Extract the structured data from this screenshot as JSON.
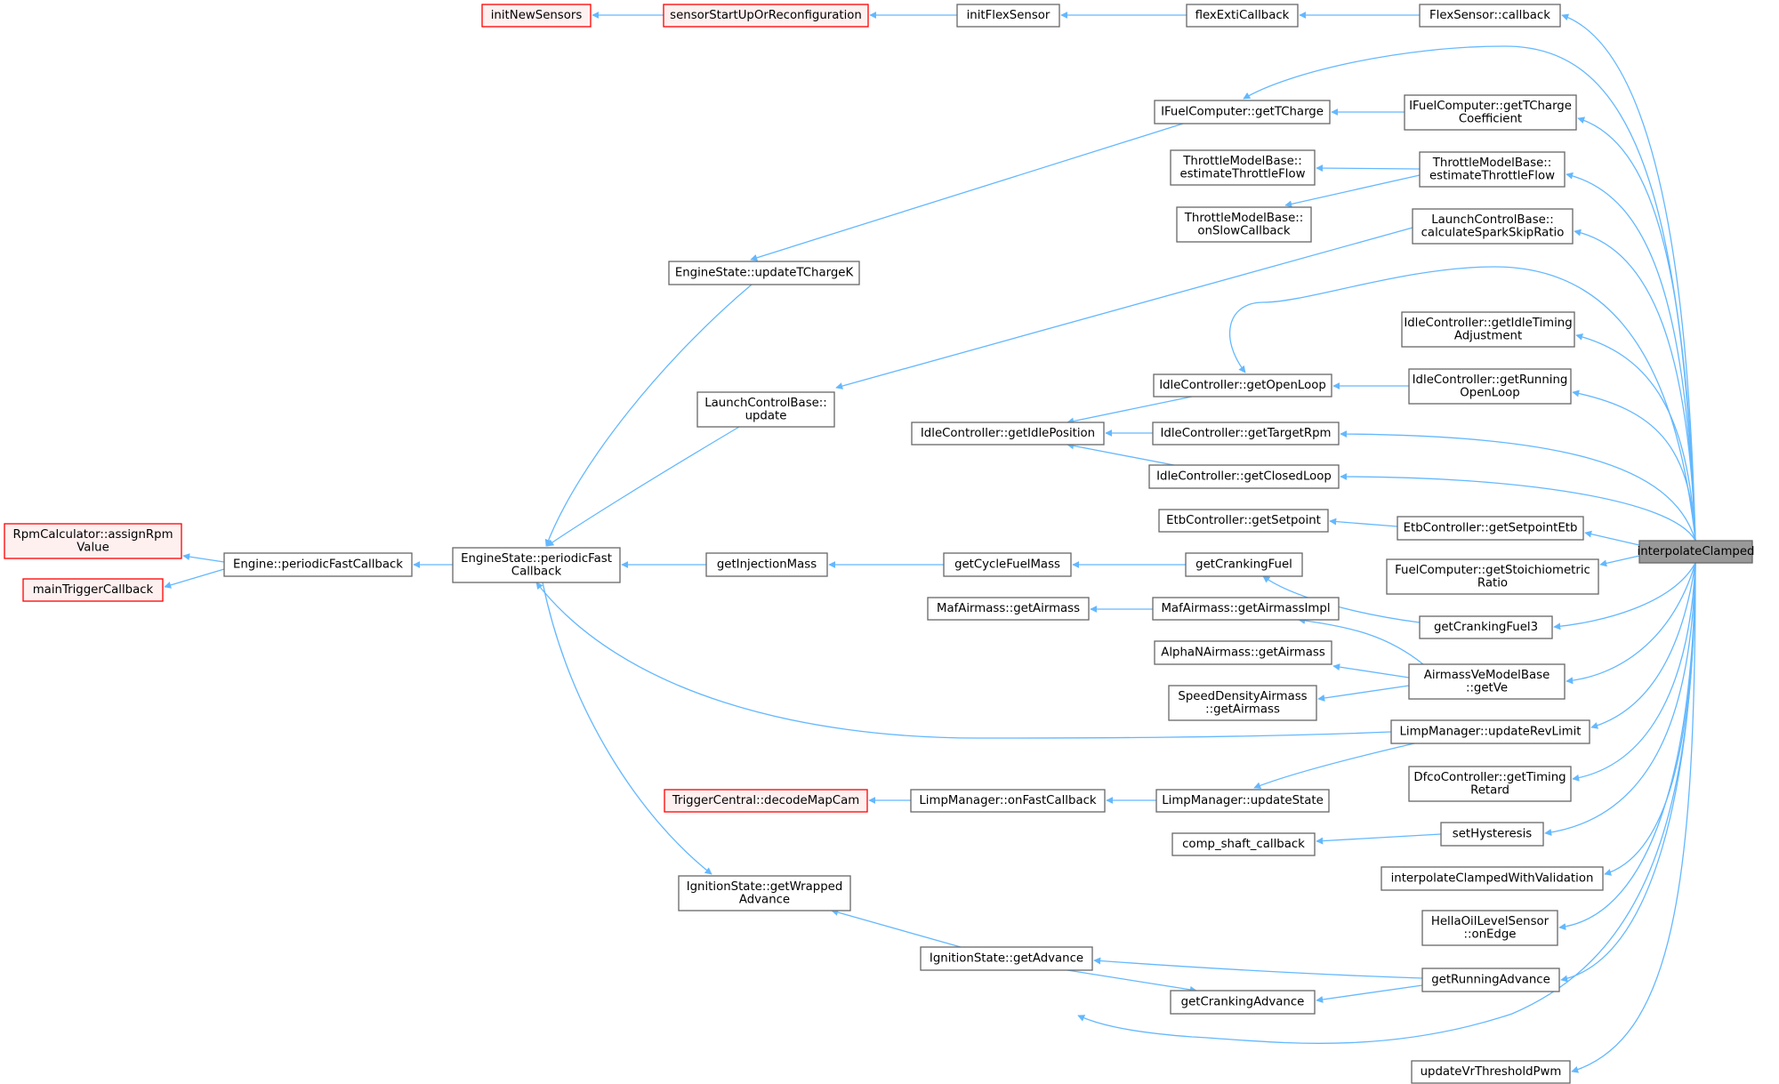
{
  "title": "interpolateClamped caller graph",
  "colors": {
    "edge": "#63b8ff",
    "node_border": "#666666",
    "truncated_border": "#ff0000",
    "truncated_fill": "#fff0f0",
    "root_fill": "#999999"
  },
  "nodes": {
    "root": {
      "lines": [
        "interpolateClamped"
      ]
    },
    "flexSensorCallback": {
      "lines": [
        "FlexSensor::callback"
      ]
    },
    "flexExtiCallback": {
      "lines": [
        "flexExtiCallback"
      ]
    },
    "initFlexSensor": {
      "lines": [
        "initFlexSensor"
      ]
    },
    "sensorStartUp": {
      "lines": [
        "sensorStartUpOrReconfiguration"
      ]
    },
    "initNewSensors": {
      "lines": [
        "initNewSensors"
      ]
    },
    "getTChargeCoeff": {
      "lines": [
        "IFuelComputer::getTCharge",
        "Coefficient"
      ]
    },
    "getTCharge": {
      "lines": [
        "IFuelComputer::getTCharge"
      ]
    },
    "estimateThrottleFlowR": {
      "lines": [
        "ThrottleModelBase::",
        "estimateThrottleFlow"
      ]
    },
    "estimateThrottleFlowL": {
      "lines": [
        "ThrottleModelBase::",
        "estimateThrottleFlow"
      ]
    },
    "onSlowCallback": {
      "lines": [
        "ThrottleModelBase::",
        "onSlowCallback"
      ]
    },
    "calculateSparkSkipRatio": {
      "lines": [
        "LaunchControlBase::",
        "calculateSparkSkipRatio"
      ]
    },
    "updateTChargeK": {
      "lines": [
        "EngineState::updateTChargeK"
      ]
    },
    "getIdleTimingAdjustment": {
      "lines": [
        "IdleController::getIdleTiming",
        "Adjustment"
      ]
    },
    "getRunningOpenLoop": {
      "lines": [
        "IdleController::getRunning",
        "OpenLoop"
      ]
    },
    "getOpenLoop": {
      "lines": [
        "IdleController::getOpenLoop"
      ]
    },
    "launchUpdate": {
      "lines": [
        "LaunchControlBase::",
        "update"
      ]
    },
    "getIdlePosition": {
      "lines": [
        "IdleController::getIdlePosition"
      ]
    },
    "getTargetRpm": {
      "lines": [
        "IdleController::getTargetRpm"
      ]
    },
    "getClosedLoop": {
      "lines": [
        "IdleController::getClosedLoop"
      ]
    },
    "etbGetSetpoint": {
      "lines": [
        "EtbController::getSetpoint"
      ]
    },
    "getSetpointEtb": {
      "lines": [
        "EtbController::getSetpointEtb"
      ]
    },
    "rpmAssign": {
      "lines": [
        "RpmCalculator::assignRpm",
        "Value"
      ]
    },
    "mainTriggerCallback": {
      "lines": [
        "mainTriggerCallback"
      ]
    },
    "enginePeriodicFast": {
      "lines": [
        "Engine::periodicFastCallback"
      ]
    },
    "engineStatePeriodicFast": {
      "lines": [
        "EngineState::periodicFast",
        "Callback"
      ]
    },
    "getInjectionMass": {
      "lines": [
        "getInjectionMass"
      ]
    },
    "getCycleFuelMass": {
      "lines": [
        "getCycleFuelMass"
      ]
    },
    "getCrankingFuel": {
      "lines": [
        "getCrankingFuel"
      ]
    },
    "getStoichiometricRatio": {
      "lines": [
        "FuelComputer::getStoichiometric",
        "Ratio"
      ]
    },
    "getCrankingFuel3": {
      "lines": [
        "getCrankingFuel3"
      ]
    },
    "mafGetAirmass": {
      "lines": [
        "MafAirmass::getAirmass"
      ]
    },
    "mafGetAirmassImpl": {
      "lines": [
        "MafAirmass::getAirmassImpl"
      ]
    },
    "alphaNGetAirmass": {
      "lines": [
        "AlphaNAirmass::getAirmass"
      ]
    },
    "airmassGetVe": {
      "lines": [
        "AirmassVeModelBase",
        "::getVe"
      ]
    },
    "sdGetAirmass": {
      "lines": [
        "SpeedDensityAirmass",
        "::getAirmass"
      ]
    },
    "updateRevLimit": {
      "lines": [
        "LimpManager::updateRevLimit"
      ]
    },
    "getTimingRetard": {
      "lines": [
        "DfcoController::getTiming",
        "Retard"
      ]
    },
    "decodeMapCam": {
      "lines": [
        "TriggerCentral::decodeMapCam"
      ]
    },
    "limpOnFastCallback": {
      "lines": [
        "LimpManager::onFastCallback"
      ]
    },
    "limpUpdateState": {
      "lines": [
        "LimpManager::updateState"
      ]
    },
    "compShaftCallback": {
      "lines": [
        "comp_shaft_callback"
      ]
    },
    "setHysteresis": {
      "lines": [
        "setHysteresis"
      ]
    },
    "getWrappedAdvance": {
      "lines": [
        "IgnitionState::getWrapped",
        "Advance"
      ]
    },
    "interpolateClampedWithValidation": {
      "lines": [
        "interpolateClampedWithValidation"
      ]
    },
    "hellaOnEdge": {
      "lines": [
        "HellaOilLevelSensor",
        "::onEdge"
      ]
    },
    "getAdvance": {
      "lines": [
        "IgnitionState::getAdvance"
      ]
    },
    "getRunningAdvance": {
      "lines": [
        "getRunningAdvance"
      ]
    },
    "getCrankingAdvance": {
      "lines": [
        "getCrankingAdvance"
      ]
    },
    "updateVrThresholdPwm": {
      "lines": [
        "updateVrThresholdPwm"
      ]
    }
  }
}
